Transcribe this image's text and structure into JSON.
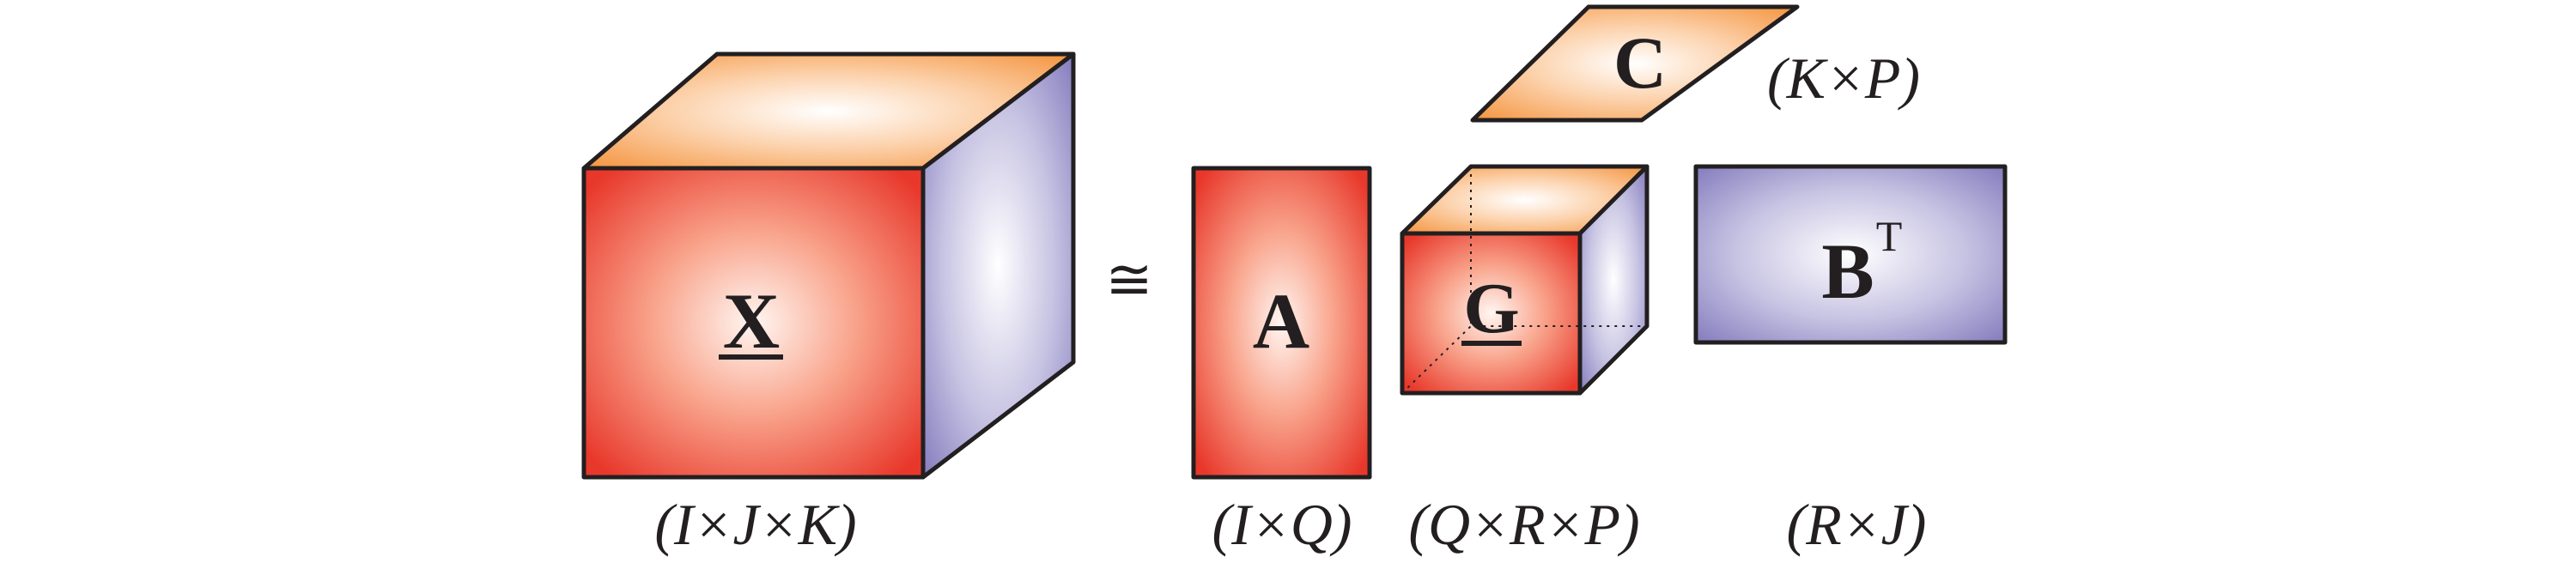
{
  "symbols": {
    "X": "X",
    "approx": "≅",
    "A": "A",
    "G": "G",
    "C": "C",
    "B": "B",
    "B_superscript": "T"
  },
  "dimensions": {
    "X": "(I×J×K)",
    "A": "(I×Q)",
    "G": "(Q×R×P)",
    "C": "(K×P)",
    "B_transposed": "(R×J)"
  },
  "colors": {
    "red_edge": "#e8382b",
    "red_center": "#fff4ef",
    "orange_edge": "#f4943e",
    "orange_center": "#ffffff",
    "purple_edge": "#7a72b8",
    "purple_center": "#ffffff",
    "outline": "#231f20"
  }
}
